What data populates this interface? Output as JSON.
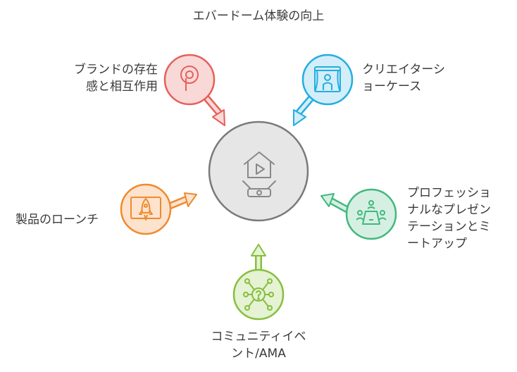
{
  "title": "エバードーム体験の向上",
  "center": {
    "icon": "home-projector-icon"
  },
  "nodes": [
    {
      "id": "brand",
      "label": "ブランドの存在\n感と相互作用",
      "icon": "location-pin-icon",
      "color": "#e5605a",
      "fill": "#f9d9d8"
    },
    {
      "id": "creator",
      "label": "クリエイターシ\nョーケース",
      "icon": "stage-curtain-icon",
      "color": "#23aee0",
      "fill": "#d3eef9"
    },
    {
      "id": "launch",
      "label": "製品のローンチ",
      "icon": "rocket-launch-icon",
      "color": "#ef8a2e",
      "fill": "#fde3cd"
    },
    {
      "id": "meetup",
      "label": "プロフェッショ\nナルなプレゼン\nテーションとミ\nートアップ",
      "icon": "meeting-table-icon",
      "color": "#43b77e",
      "fill": "#d5f0e2"
    },
    {
      "id": "community",
      "label": "コミュニティイベ\nント/AMA",
      "icon": "network-question-icon",
      "color": "#86bf3d",
      "fill": "#e5f2d3"
    }
  ]
}
